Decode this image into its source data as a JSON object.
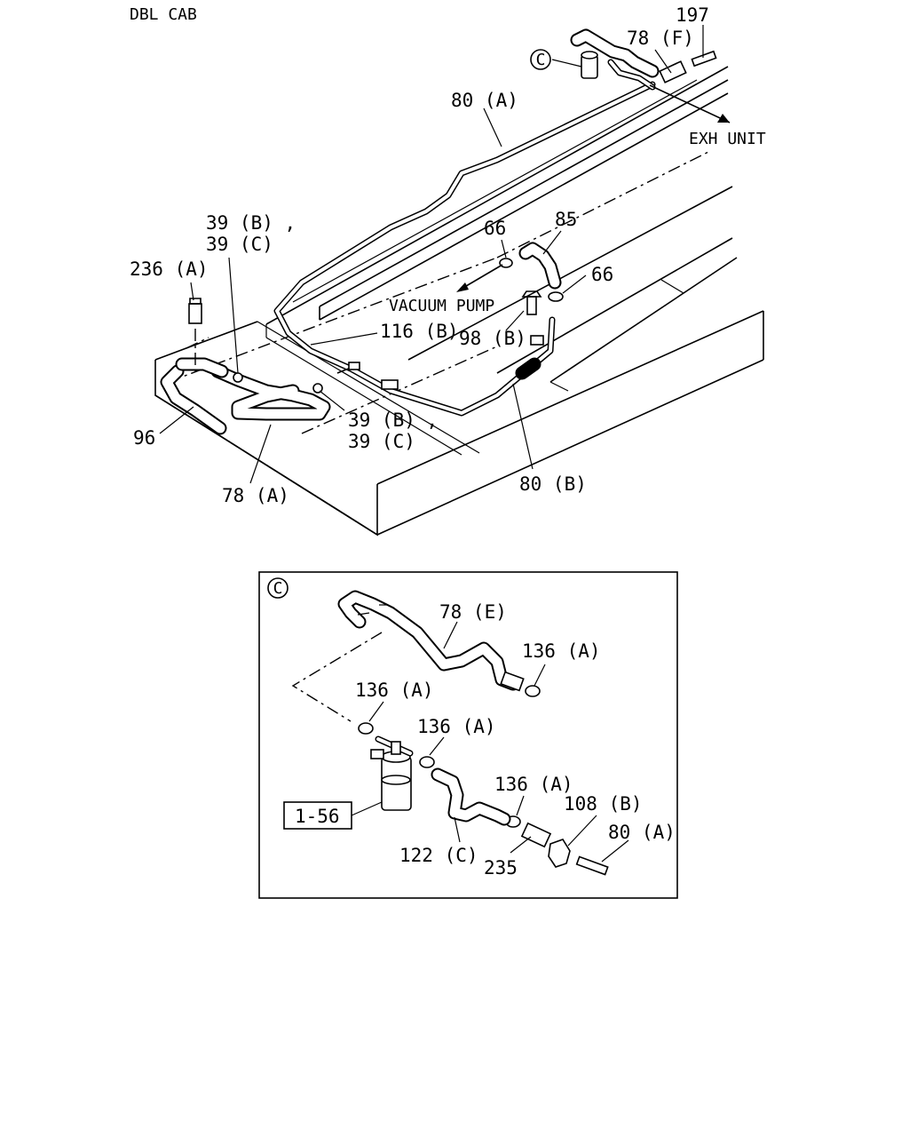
{
  "header": {
    "title": "DBL CAB"
  },
  "callouts": {
    "c197": "197",
    "c78f": "78 (F)",
    "c80a_top": "80 (A)",
    "exh_unit": "EXH UNIT",
    "c39bc_top_1": "39 (B) ,",
    "c39bc_top_2": "39 (C)",
    "c236a": "236 (A)",
    "c66_left": "66",
    "c85": "85",
    "c66_right": "66",
    "vacuum_pump": "VACUUM PUMP",
    "c98b": "98 (B)",
    "c116b": "116 (B)",
    "c96": "96",
    "c39bc_bot_1": "39 (B) ,",
    "c39bc_bot_2": "39 (C)",
    "c78a": "78 (A)",
    "c80b": "80 (B)",
    "detail_marker": "C"
  },
  "detail": {
    "marker": "C",
    "c78e": "78 (E)",
    "c136a_1": "136 (A)",
    "c136a_2": "136 (A)",
    "c136a_3": "136 (A)",
    "c136a_4": "136 (A)",
    "c108b": "108 (B)",
    "c80a": "80 (A)",
    "c122c": "122 (C)",
    "c235": "235",
    "ref_box": "1-56"
  }
}
